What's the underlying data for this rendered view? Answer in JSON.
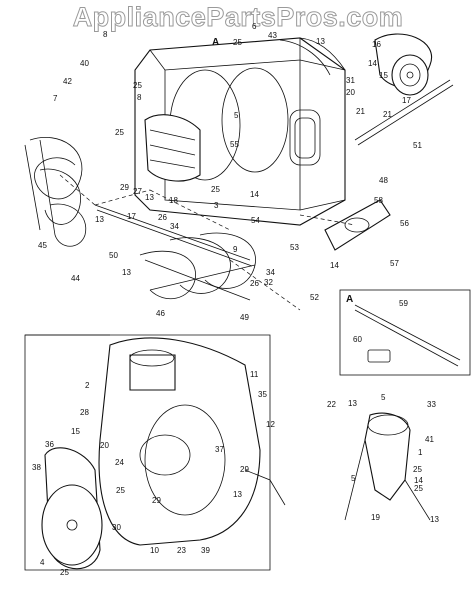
{
  "watermark": "AppliancePartsPros.com",
  "insets": {
    "a_label": "A",
    "a_main_label": "A"
  },
  "callouts": [
    {
      "id": "c1",
      "text": "8"
    },
    {
      "id": "c2",
      "text": "40"
    },
    {
      "id": "c3",
      "text": "25"
    },
    {
      "id": "c4",
      "text": "42"
    },
    {
      "id": "c5",
      "text": "8"
    },
    {
      "id": "c6",
      "text": "7"
    },
    {
      "id": "c7",
      "text": "25"
    },
    {
      "id": "c8",
      "text": "25"
    },
    {
      "id": "c9",
      "text": "43"
    },
    {
      "id": "c10",
      "text": "6"
    },
    {
      "id": "c11",
      "text": "13"
    },
    {
      "id": "c12",
      "text": "16"
    },
    {
      "id": "c13",
      "text": "14"
    },
    {
      "id": "c14",
      "text": "15"
    },
    {
      "id": "c15",
      "text": "31"
    },
    {
      "id": "c16",
      "text": "20"
    },
    {
      "id": "c17",
      "text": "21"
    },
    {
      "id": "c18",
      "text": "17"
    },
    {
      "id": "c19",
      "text": "21"
    },
    {
      "id": "c20",
      "text": "5"
    },
    {
      "id": "c21",
      "text": "55"
    },
    {
      "id": "c22",
      "text": "51"
    },
    {
      "id": "c23",
      "text": "48"
    },
    {
      "id": "c24",
      "text": "29"
    },
    {
      "id": "c25",
      "text": "27"
    },
    {
      "id": "c26",
      "text": "13"
    },
    {
      "id": "c27",
      "text": "18"
    },
    {
      "id": "c28",
      "text": "25"
    },
    {
      "id": "c29",
      "text": "14"
    },
    {
      "id": "c30",
      "text": "3"
    },
    {
      "id": "c31",
      "text": "17"
    },
    {
      "id": "c32",
      "text": "13"
    },
    {
      "id": "c33",
      "text": "45"
    },
    {
      "id": "c34",
      "text": "26"
    },
    {
      "id": "c35",
      "text": "34"
    },
    {
      "id": "c36",
      "text": "54"
    },
    {
      "id": "c37",
      "text": "58"
    },
    {
      "id": "c38",
      "text": "56"
    },
    {
      "id": "c39",
      "text": "50"
    },
    {
      "id": "c40",
      "text": "9"
    },
    {
      "id": "c41",
      "text": "53"
    },
    {
      "id": "c42",
      "text": "14"
    },
    {
      "id": "c43",
      "text": "57"
    },
    {
      "id": "c44",
      "text": "44"
    },
    {
      "id": "c45",
      "text": "13"
    },
    {
      "id": "c46",
      "text": "34"
    },
    {
      "id": "c47",
      "text": "26"
    },
    {
      "id": "c48",
      "text": "32"
    },
    {
      "id": "c49",
      "text": "52"
    },
    {
      "id": "c50",
      "text": "46"
    },
    {
      "id": "c51",
      "text": "49"
    },
    {
      "id": "c52",
      "text": "59"
    },
    {
      "id": "c53",
      "text": "60"
    },
    {
      "id": "c54",
      "text": "2"
    },
    {
      "id": "c55",
      "text": "11"
    },
    {
      "id": "c56",
      "text": "35"
    },
    {
      "id": "c57",
      "text": "28"
    },
    {
      "id": "c58",
      "text": "12"
    },
    {
      "id": "c59",
      "text": "15"
    },
    {
      "id": "c60",
      "text": "37"
    },
    {
      "id": "c61",
      "text": "36"
    },
    {
      "id": "c62",
      "text": "20"
    },
    {
      "id": "c63",
      "text": "24"
    },
    {
      "id": "c64",
      "text": "29"
    },
    {
      "id": "c65",
      "text": "38"
    },
    {
      "id": "c66",
      "text": "13"
    },
    {
      "id": "c67",
      "text": "25"
    },
    {
      "id": "c68",
      "text": "29"
    },
    {
      "id": "c69",
      "text": "30"
    },
    {
      "id": "c70",
      "text": "4"
    },
    {
      "id": "c71",
      "text": "25"
    },
    {
      "id": "c72",
      "text": "10"
    },
    {
      "id": "c73",
      "text": "23"
    },
    {
      "id": "c74",
      "text": "39"
    },
    {
      "id": "c75",
      "text": "22"
    },
    {
      "id": "c76",
      "text": "13"
    },
    {
      "id": "c77",
      "text": "5"
    },
    {
      "id": "c78",
      "text": "33"
    },
    {
      "id": "c79",
      "text": "41"
    },
    {
      "id": "c80",
      "text": "1"
    },
    {
      "id": "c81",
      "text": "25"
    },
    {
      "id": "c82",
      "text": "14"
    },
    {
      "id": "c83",
      "text": "5"
    },
    {
      "id": "c84",
      "text": "19"
    },
    {
      "id": "c85",
      "text": "13"
    },
    {
      "id": "c86",
      "text": "25"
    }
  ]
}
